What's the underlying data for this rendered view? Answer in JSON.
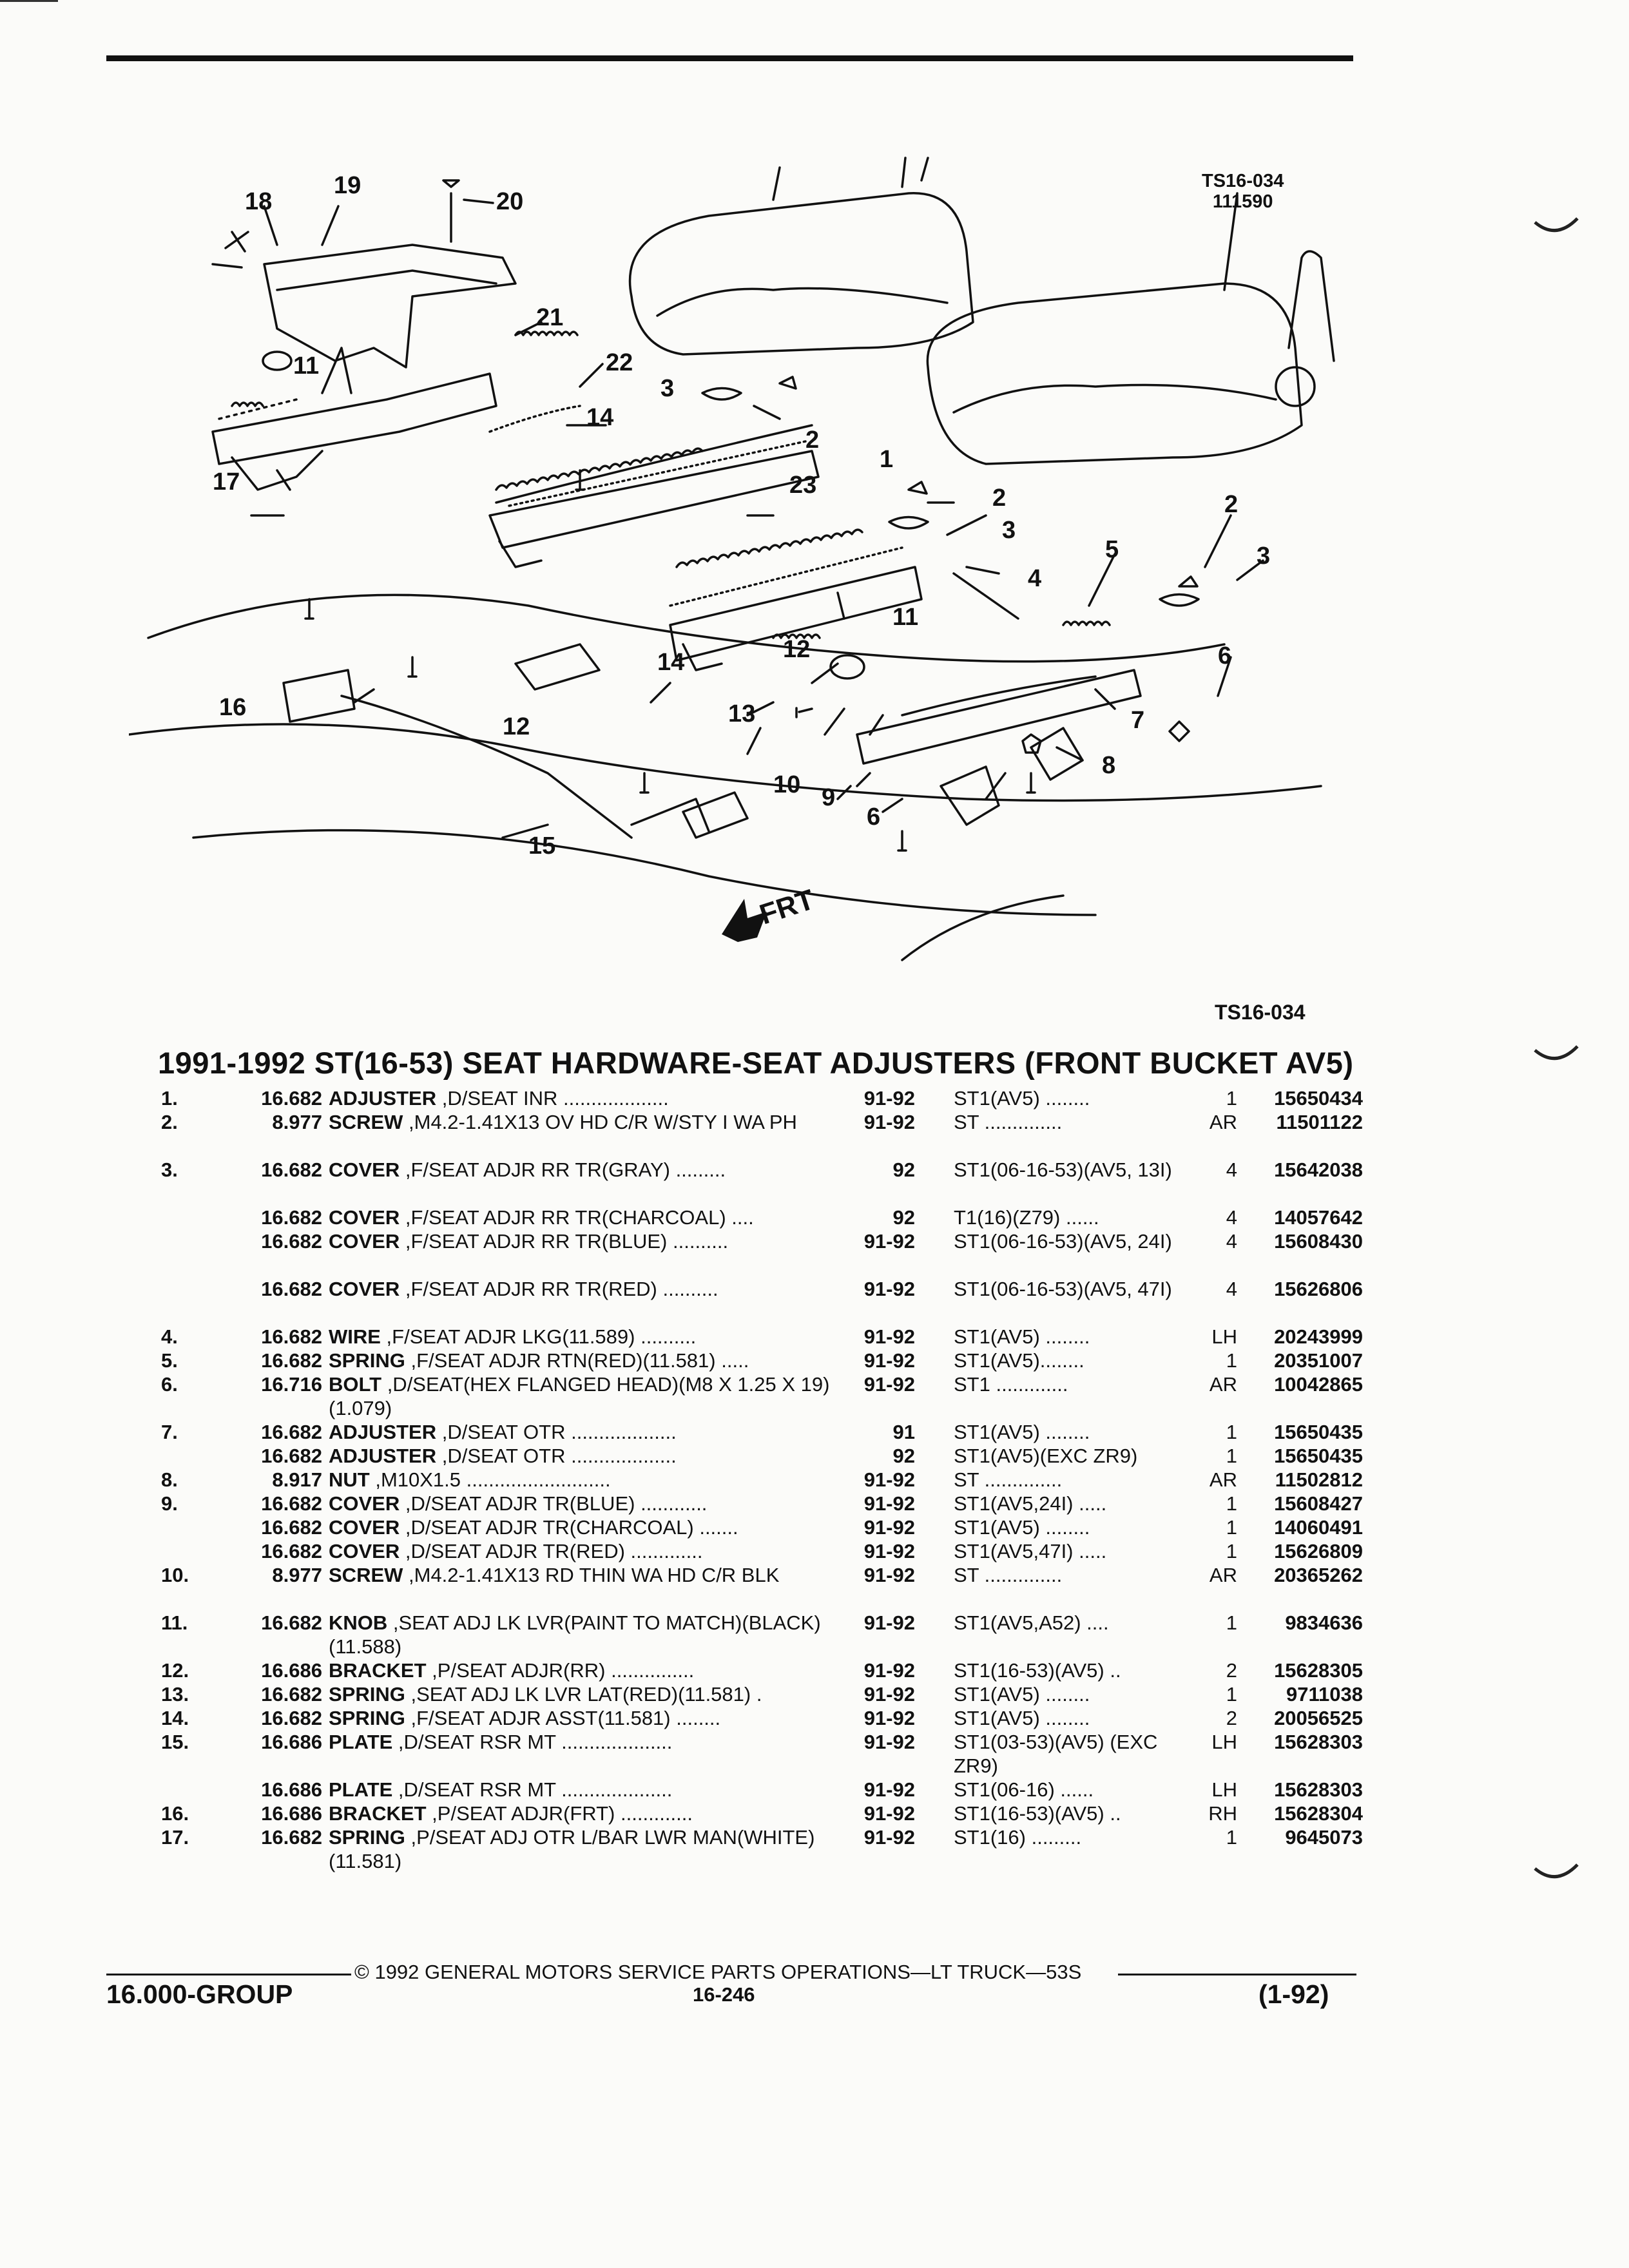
{
  "figure": {
    "code": "TS16-034",
    "code2": "111590",
    "frt": "FRT",
    "callouts": [
      "1",
      "2",
      "2",
      "2",
      "3",
      "3",
      "3",
      "4",
      "5",
      "6",
      "6",
      "7",
      "8",
      "9",
      "10",
      "11",
      "11",
      "12",
      "12",
      "13",
      "14",
      "14",
      "15",
      "16",
      "17",
      "18",
      "19",
      "20",
      "21",
      "22",
      "23"
    ]
  },
  "fig_ref": "TS16-034",
  "section_title": "1991-1992 ST(16-53) SEAT HARDWARE-SEAT ADJUSTERS (FRONT BUCKET AV5)",
  "parts": [
    {
      "no": "1.",
      "grp": "16.682",
      "name": "ADJUSTER",
      "rest": " ,D/SEAT INR",
      "leader": " ...................",
      "yrs": "91-92",
      "app": "ST1(AV5) ........",
      "qty": "1",
      "pn": "15650434"
    },
    {
      "no": "2.",
      "grp": "8.977",
      "name": "SCREW",
      "rest": " ,M4.2-1.41X13 OV HD C/R W/STY I WA PH",
      "leader": "",
      "yrs": "91-92",
      "app": "ST ..............",
      "qty": "AR",
      "pn": "11501122"
    },
    {
      "no": "3.",
      "grp": "16.682",
      "name": "COVER",
      "rest": " ,F/SEAT ADJR RR TR(GRAY)",
      "leader": " .........",
      "yrs": "92",
      "app": "ST1(06-16-53)(AV5, 13I)",
      "qty": "4",
      "pn": "15642038"
    },
    {
      "no": "",
      "grp": "16.682",
      "name": "COVER",
      "rest": " ,F/SEAT ADJR RR TR(CHARCOAL)",
      "leader": " ....",
      "yrs": "92",
      "app": "T1(16)(Z79) ......",
      "qty": "4",
      "pn": "14057642"
    },
    {
      "no": "",
      "grp": "16.682",
      "name": "COVER",
      "rest": " ,F/SEAT ADJR RR TR(BLUE)",
      "leader": " ..........",
      "yrs": "91-92",
      "app": "ST1(06-16-53)(AV5, 24I)",
      "qty": "4",
      "pn": "15608430"
    },
    {
      "no": "",
      "grp": "16.682",
      "name": "COVER",
      "rest": " ,F/SEAT ADJR RR TR(RED)",
      "leader": " ..........",
      "yrs": "91-92",
      "app": "ST1(06-16-53)(AV5, 47I)",
      "qty": "4",
      "pn": "15626806"
    },
    {
      "no": "4.",
      "grp": "16.682",
      "name": "WIRE",
      "rest": " ,F/SEAT ADJR LKG(11.589)",
      "leader": " ..........",
      "yrs": "91-92",
      "app": "ST1(AV5) ........",
      "qty": "LH",
      "pn": "20243999"
    },
    {
      "no": "5.",
      "grp": "16.682",
      "name": "SPRING",
      "rest": " ,F/SEAT ADJR RTN(RED)(11.581)",
      "leader": " .....",
      "yrs": "91-92",
      "app": "ST1(AV5)........",
      "qty": "1",
      "pn": "20351007"
    },
    {
      "no": "6.",
      "grp": "16.716",
      "name": "BOLT",
      "rest": " ,D/SEAT(HEX FLANGED HEAD)(M8 X 1.25 X 19)(1.079)",
      "leader": "",
      "yrs": "91-92",
      "app": "ST1 .............",
      "qty": "AR",
      "pn": "10042865"
    },
    {
      "no": "7.",
      "grp": "16.682",
      "name": "ADJUSTER",
      "rest": " ,D/SEAT OTR",
      "leader": " ...................",
      "yrs": "91",
      "app": "ST1(AV5) ........",
      "qty": "1",
      "pn": "15650435"
    },
    {
      "no": "",
      "grp": "16.682",
      "name": "ADJUSTER",
      "rest": " ,D/SEAT OTR",
      "leader": " ...................",
      "yrs": "92",
      "app": "ST1(AV5)(EXC ZR9)",
      "qty": "1",
      "pn": "15650435"
    },
    {
      "no": "8.",
      "grp": "8.917",
      "name": "NUT",
      "rest": " ,M10X1.5",
      "leader": " ..........................",
      "yrs": "91-92",
      "app": "ST ..............",
      "qty": "AR",
      "pn": "11502812"
    },
    {
      "no": "9.",
      "grp": "16.682",
      "name": "COVER",
      "rest": " ,D/SEAT ADJR TR(BLUE)",
      "leader": " ............",
      "yrs": "91-92",
      "app": "ST1(AV5,24I) .....",
      "qty": "1",
      "pn": "15608427"
    },
    {
      "no": "",
      "grp": "16.682",
      "name": "COVER",
      "rest": " ,D/SEAT ADJR TR(CHARCOAL)",
      "leader": " .......",
      "yrs": "91-92",
      "app": "ST1(AV5) ........",
      "qty": "1",
      "pn": "14060491"
    },
    {
      "no": "",
      "grp": "16.682",
      "name": "COVER",
      "rest": " ,D/SEAT ADJR TR(RED)",
      "leader": " .............",
      "yrs": "91-92",
      "app": "ST1(AV5,47I) .....",
      "qty": "1",
      "pn": "15626809"
    },
    {
      "no": "10.",
      "grp": "8.977",
      "name": "SCREW",
      "rest": " ,M4.2-1.41X13 RD THIN WA HD C/R BLK",
      "leader": "",
      "yrs": "91-92",
      "app": "ST ..............",
      "qty": "AR",
      "pn": "20365262"
    },
    {
      "no": "11.",
      "grp": "16.682",
      "name": "KNOB",
      "rest": " ,SEAT ADJ LK LVR(PAINT TO MATCH)(BLACK)(11.588)",
      "leader": "",
      "yrs": "91-92",
      "app": "ST1(AV5,A52) ....",
      "qty": "1",
      "pn": "9834636"
    },
    {
      "no": "12.",
      "grp": "16.686",
      "name": "BRACKET",
      "rest": " ,P/SEAT ADJR(RR)",
      "leader": " ...............",
      "yrs": "91-92",
      "app": "ST1(16-53)(AV5) ..",
      "qty": "2",
      "pn": "15628305"
    },
    {
      "no": "13.",
      "grp": "16.682",
      "name": "SPRING",
      "rest": " ,SEAT ADJ LK LVR LAT(RED)(11.581)",
      "leader": " .",
      "yrs": "91-92",
      "app": "ST1(AV5) ........",
      "qty": "1",
      "pn": "9711038"
    },
    {
      "no": "14.",
      "grp": "16.682",
      "name": "SPRING",
      "rest": " ,F/SEAT ADJR ASST(11.581)",
      "leader": " ........",
      "yrs": "91-92",
      "app": "ST1(AV5) ........",
      "qty": "2",
      "pn": "20056525"
    },
    {
      "no": "15.",
      "grp": "16.686",
      "name": "PLATE",
      "rest": " ,D/SEAT RSR MT",
      "leader": " ....................",
      "yrs": "91-92",
      "app": "ST1(03-53)(AV5) (EXC ZR9)",
      "qty": "LH",
      "pn": "15628303"
    },
    {
      "no": "",
      "grp": "16.686",
      "name": "PLATE",
      "rest": " ,D/SEAT RSR MT",
      "leader": " ....................",
      "yrs": "91-92",
      "app": "ST1(06-16) ......",
      "qty": "LH",
      "pn": "15628303"
    },
    {
      "no": "16.",
      "grp": "16.686",
      "name": "BRACKET",
      "rest": " ,P/SEAT ADJR(FRT)",
      "leader": " .............",
      "yrs": "91-92",
      "app": "ST1(16-53)(AV5) ..",
      "qty": "RH",
      "pn": "15628304"
    },
    {
      "no": "17.",
      "grp": "16.682",
      "name": "SPRING",
      "rest": " ,P/SEAT ADJ OTR L/BAR LWR MAN(WHITE)(11.581)",
      "leader": "",
      "yrs": "91-92",
      "app": "ST1(16) .........",
      "qty": "1",
      "pn": "9645073"
    }
  ],
  "footer": {
    "copyright": "© 1992 GENERAL MOTORS SERVICE PARTS OPERATIONS—LT TRUCK—53S",
    "group": "16.000-GROUP",
    "page": "16-246",
    "date": "(1-92)"
  }
}
